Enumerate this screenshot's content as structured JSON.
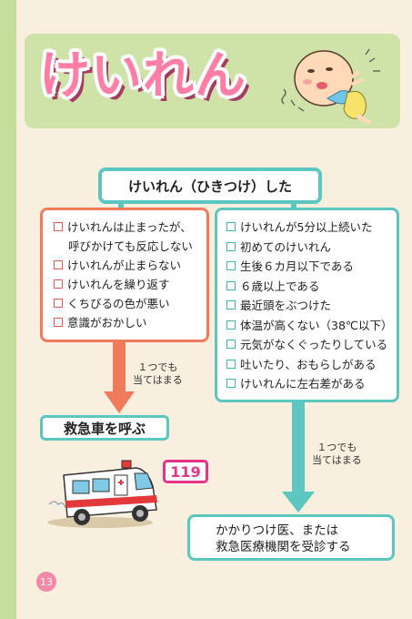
{
  "title": "けいれん",
  "header": "けいれん（ひきつけ）した",
  "left_box": {
    "items": [
      "けいれんは止まったが、",
      "けいれんが止まらない",
      "けいれんを繰り返す",
      "くちびるの色が悪い",
      "意識がおかしい"
    ],
    "item0_cont": "呼びかけても反応しない"
  },
  "right_box": {
    "items": [
      "けいれんが5分以上続いた",
      "初めてのけいれん",
      "生後６カ月以下である",
      "６歳以上である",
      "最近頭をぶつけた",
      "体温が高くない（38℃以下）",
      "元気がなくぐったりしている",
      "吐いたり、おもらしがある",
      "けいれんに左右差がある"
    ]
  },
  "note_left": [
    "１つでも",
    "当てはまる"
  ],
  "note_right": [
    "１つでも",
    "当てはまる"
  ],
  "action_call": "救急車を呼ぶ",
  "phone": "119",
  "action_visit": [
    "かかりつけ医、または",
    "救急医療機関を受診する"
  ],
  "page_number": "13",
  "colors": {
    "accent_pink": "#ff7ea6",
    "teal": "#5bc7c0",
    "coral": "#f07a5c",
    "green": "#cfe3a9"
  }
}
